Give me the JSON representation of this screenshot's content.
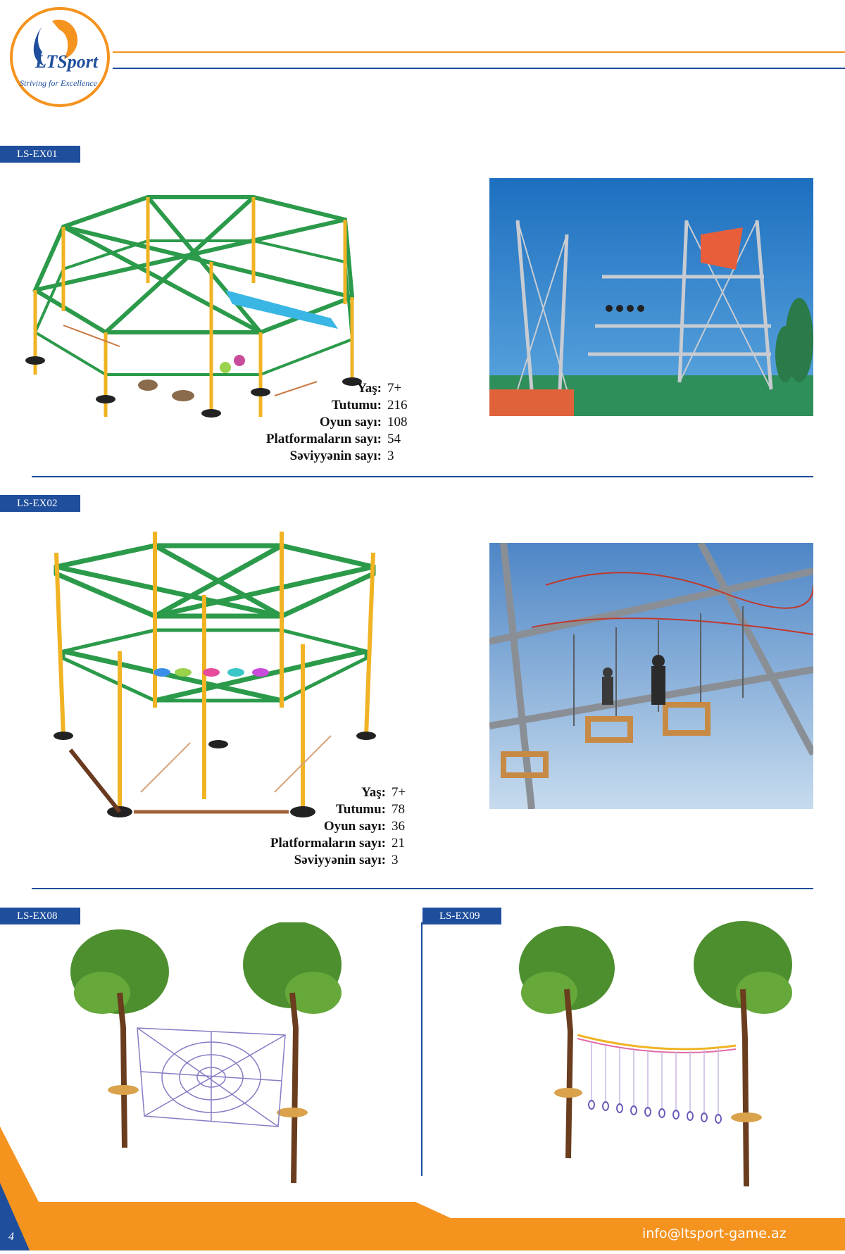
{
  "brand": {
    "logo_text": "LTSport",
    "tagline": "Striving for Excellence",
    "colors": {
      "orange": "#f5931f",
      "blue": "#1f4e9c"
    }
  },
  "products": [
    {
      "code": "LS-EX01",
      "specs": [
        {
          "label": "Yaş:",
          "value": "7+"
        },
        {
          "label": "Tutumu:",
          "value": "216"
        },
        {
          "label": "Oyun sayı:",
          "value": "108"
        },
        {
          "label": "Platformaların sayı:",
          "value": "54"
        },
        {
          "label": "Səviyyənin sayı:",
          "value": "3"
        }
      ]
    },
    {
      "code": "LS-EX02",
      "specs": [
        {
          "label": "Yaş:",
          "value": "7+"
        },
        {
          "label": "Tutumu:",
          "value": "78"
        },
        {
          "label": "Oyun sayı:",
          "value": "36"
        },
        {
          "label": "Platformaların sayı:",
          "value": "21"
        },
        {
          "label": "Səviyyənin sayı:",
          "value": "3"
        }
      ]
    },
    {
      "code": "LS-EX08"
    },
    {
      "code": "LS-EX09"
    }
  ],
  "footer": {
    "page_number": "4",
    "email": "info@ltsport-game.az"
  }
}
